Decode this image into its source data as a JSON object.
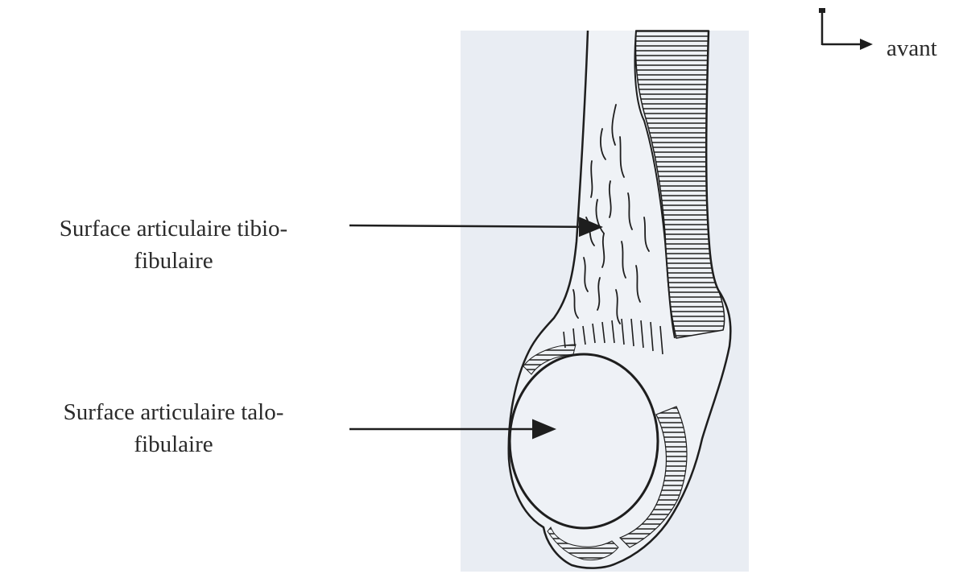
{
  "orientation": {
    "label": "avant"
  },
  "labels": {
    "tibiofibular": {
      "line1": "Surface articulaire tibio-",
      "line2": "fibulaire"
    },
    "talofibular": {
      "line1": "Surface articulaire talo-",
      "line2": "fibulaire"
    }
  },
  "colors": {
    "background_panel": "#e9edf3",
    "ink": "#1e1e1e"
  }
}
